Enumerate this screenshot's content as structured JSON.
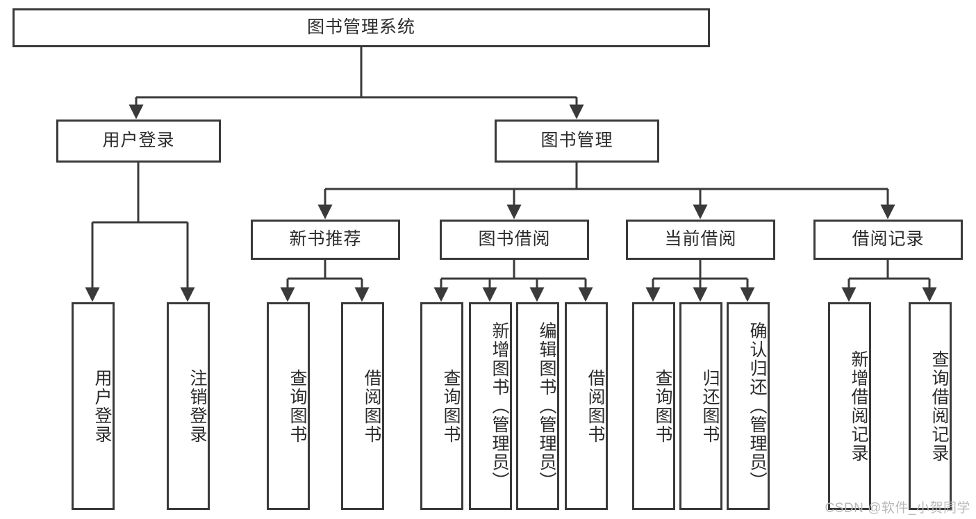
{
  "diagram": {
    "type": "tree-hierarchy",
    "title": "图书管理系统",
    "root": {
      "id": "root",
      "label": "图书管理系统",
      "level": 0,
      "orientation": "horizontal"
    },
    "level1": [
      {
        "id": "user-login",
        "label": "用户登录",
        "orientation": "horizontal"
      },
      {
        "id": "book-manage",
        "label": "图书管理",
        "orientation": "horizontal"
      }
    ],
    "level2": [
      {
        "id": "new-book-rec",
        "label": "新书推荐",
        "parent": "book-manage",
        "orientation": "horizontal"
      },
      {
        "id": "book-borrow",
        "label": "图书借阅",
        "parent": "book-manage",
        "orientation": "horizontal"
      },
      {
        "id": "current-borrow",
        "label": "当前借阅",
        "parent": "book-manage",
        "orientation": "horizontal"
      },
      {
        "id": "borrow-record",
        "label": "借阅记录",
        "parent": "book-manage",
        "orientation": "horizontal"
      }
    ],
    "leaves": [
      {
        "id": "leaf-user-login",
        "label": "用户登录",
        "parent": "user-login",
        "orientation": "vertical"
      },
      {
        "id": "leaf-logout",
        "label": "注销登录",
        "parent": "user-login",
        "orientation": "vertical"
      },
      {
        "id": "leaf-query-book-1",
        "label": "查询图书",
        "parent": "new-book-rec",
        "orientation": "vertical"
      },
      {
        "id": "leaf-borrow-book-1",
        "label": "借阅图书",
        "parent": "new-book-rec",
        "orientation": "vertical"
      },
      {
        "id": "leaf-query-book-2",
        "label": "查询图书",
        "parent": "book-borrow",
        "orientation": "vertical"
      },
      {
        "id": "leaf-add-book",
        "label": "新增图书（管理员）",
        "parent": "book-borrow",
        "orientation": "vertical"
      },
      {
        "id": "leaf-edit-book",
        "label": "编辑图书（管理员）",
        "parent": "book-borrow",
        "orientation": "vertical"
      },
      {
        "id": "leaf-borrow-book-2",
        "label": "借阅图书",
        "parent": "book-borrow",
        "orientation": "vertical"
      },
      {
        "id": "leaf-query-book-3",
        "label": "查询图书",
        "parent": "current-borrow",
        "orientation": "vertical"
      },
      {
        "id": "leaf-return-book",
        "label": "归还图书",
        "parent": "current-borrow",
        "orientation": "vertical"
      },
      {
        "id": "leaf-confirm-return",
        "label": "确认归还（管理员）",
        "parent": "current-borrow",
        "orientation": "vertical"
      },
      {
        "id": "leaf-add-record",
        "label": "新增借阅记录",
        "parent": "borrow-record",
        "orientation": "vertical"
      },
      {
        "id": "leaf-query-record",
        "label": "查询借阅记录",
        "parent": "borrow-record",
        "orientation": "vertical"
      }
    ],
    "colors": {
      "stroke": "#3a3a3a",
      "fill": "#ffffff",
      "text": "#2b2b2b",
      "watermark": "#b9b9b9"
    }
  },
  "watermark": {
    "text": "CSDN @软件_小贺同学"
  }
}
